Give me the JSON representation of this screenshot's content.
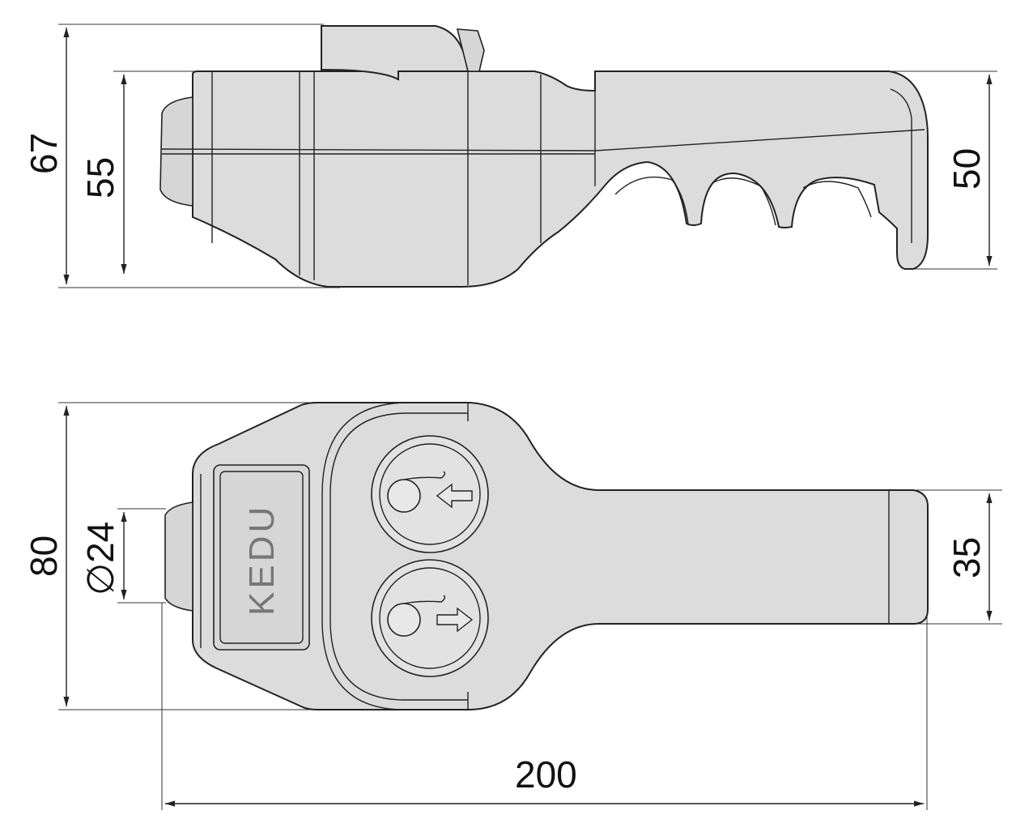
{
  "dimensions": {
    "side_total_height": "67",
    "side_body_height": "55",
    "side_grip_height": "50",
    "top_width": "80",
    "top_diameter": "∅24",
    "top_handle_width": "35",
    "overall_length": "200"
  },
  "logo_text": "KEDU",
  "icons": {
    "up_button": "arrow-left-icon",
    "down_button": "arrow-right-icon"
  }
}
